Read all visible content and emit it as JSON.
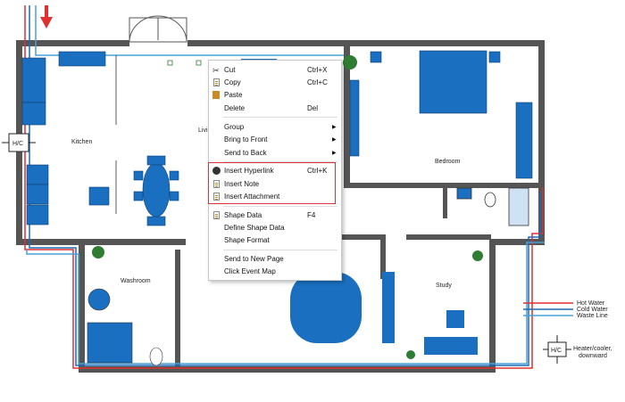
{
  "rooms": {
    "kitchen": "Kitchen",
    "living": "Livi",
    "bedroom": "Bedroom",
    "washroom": "Washroom",
    "study": "Study"
  },
  "hc_label": "H/C",
  "context_menu": {
    "items": [
      {
        "label": "Cut",
        "shortcut": "Ctrl+X",
        "icon": "scissors-icon"
      },
      {
        "label": "Copy",
        "shortcut": "Ctrl+C",
        "icon": "copy-icon"
      },
      {
        "label": "Paste",
        "shortcut": "",
        "icon": "paste-icon"
      },
      {
        "label": "Delete",
        "shortcut": "Del",
        "icon": ""
      },
      {
        "label": "Group",
        "shortcut": "",
        "icon": "",
        "submenu": true
      },
      {
        "label": "Bring to Front",
        "shortcut": "",
        "icon": "",
        "submenu": true
      },
      {
        "label": "Send to Back",
        "shortcut": "",
        "icon": "",
        "submenu": true
      },
      {
        "label": "Insert Hyperlink",
        "shortcut": "Ctrl+K",
        "icon": "hyperlink-icon"
      },
      {
        "label": "Insert Note",
        "shortcut": "",
        "icon": "note-icon"
      },
      {
        "label": "Insert Attachment",
        "shortcut": "",
        "icon": "attachment-icon"
      },
      {
        "label": "Shape Data",
        "shortcut": "F4",
        "icon": "shape-data-icon"
      },
      {
        "label": "Define Shape Data",
        "shortcut": "",
        "icon": ""
      },
      {
        "label": "Shape Format",
        "shortcut": "",
        "icon": ""
      },
      {
        "label": "Send to New Page",
        "shortcut": "",
        "icon": ""
      },
      {
        "label": "Click Event Map",
        "shortcut": "",
        "icon": ""
      }
    ]
  },
  "legend": {
    "hot_water": "Hot Water",
    "cold_water": "Cold Water",
    "waste_line": "Waste Line",
    "heater_line1": "Heater/cooler,",
    "heater_line2": "downward"
  },
  "colors": {
    "wall": "#555555",
    "furniture": "#1a6fc0",
    "hot_water": "#e03030",
    "cold_water": "#4aa0d8",
    "waste_line": "#1f6ab4",
    "highlight": "#d9343c"
  }
}
